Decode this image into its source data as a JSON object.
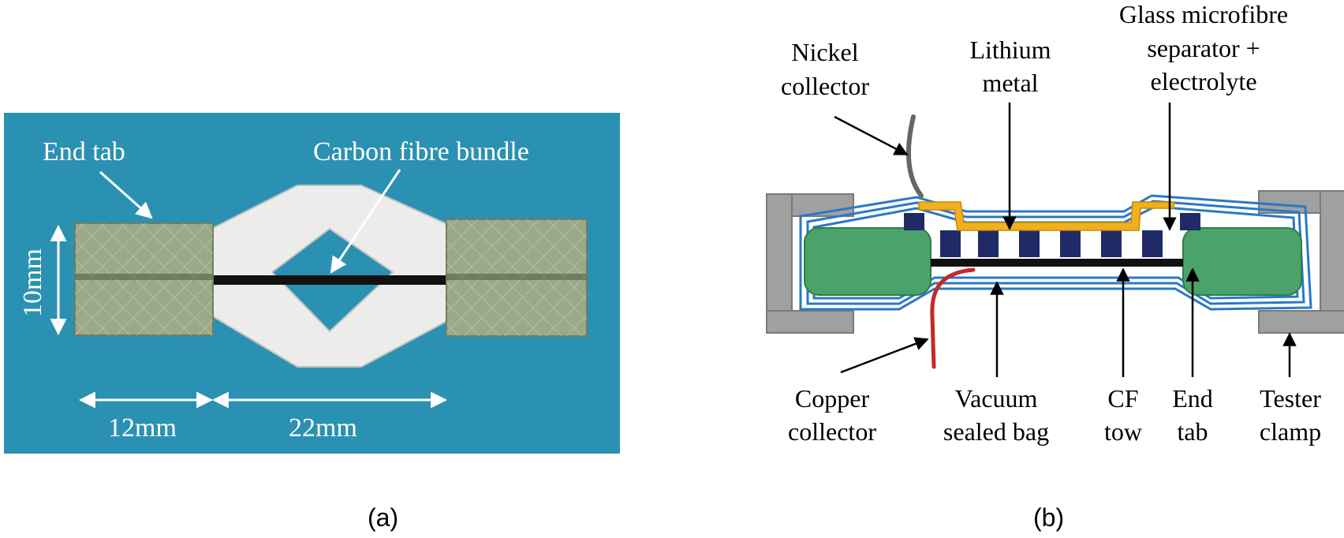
{
  "panel_a": {
    "label": "(a)",
    "end_tab_label": "End tab",
    "bundle_label": "Carbon fibre bundle",
    "dim_height": "10mm",
    "dim_tab_width": "12mm",
    "dim_gauge_width": "22mm"
  },
  "panel_b": {
    "label": "(b)",
    "nickel_line1": "Nickel",
    "nickel_line2": "collector",
    "lithium_line1": "Lithium",
    "lithium_line2": "metal",
    "glass_line1": "Glass microfibre",
    "glass_line2": "separator +",
    "glass_line3": "electrolyte",
    "copper_line1": "Copper",
    "copper_line2": "collector",
    "vacuum_line1": "Vacuum",
    "vacuum_line2": "sealed bag",
    "cf_line1": "CF",
    "cf_line2": "tow",
    "endtab_line1": "End",
    "endtab_line2": "tab",
    "tester_line1": "Tester",
    "tester_line2": "clamp"
  },
  "colors": {
    "photo_background": "#2f97b8",
    "end_tab_green": "#9aa98a",
    "paper_frame": "#ececea",
    "bag_blue": "#2b78c6",
    "clamp_grey": "#a0a0a0",
    "end_tab_fill": "#4aa36a",
    "lithium_gold": "#f0b020",
    "separator_navy": "#1f2a66",
    "copper_red": "#c62828",
    "nickel_grey": "#666666"
  }
}
